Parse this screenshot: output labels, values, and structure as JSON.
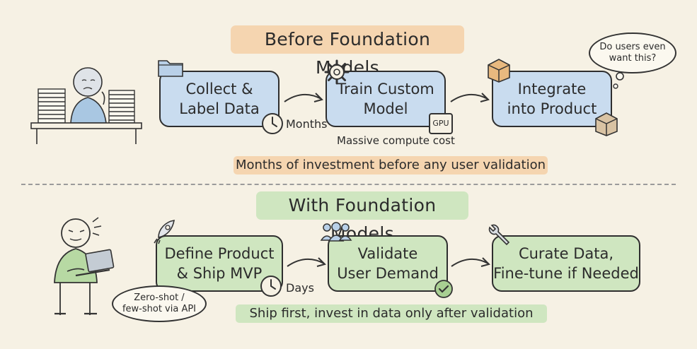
{
  "top": {
    "title": "Before Foundation Models",
    "steps": [
      {
        "label": "Collect &\nLabel Data",
        "icon": "folder-icon"
      },
      {
        "label": "Train Custom\nModel",
        "icon": "gear-icon"
      },
      {
        "label": "Integrate\ninto Product",
        "icon": "package-icon"
      }
    ],
    "months_label": "Months",
    "gpu_label": "GPU",
    "compute_caption": "Massive compute cost",
    "thought": "Do users even\nwant this?",
    "footer": "Months of investment before any user validation"
  },
  "bottom": {
    "title": "With Foundation Models",
    "steps": [
      {
        "label": "Define Product\n& Ship MVP",
        "icon": "rocket-icon"
      },
      {
        "label": "Validate\nUser Demand",
        "icon": "users-icon"
      },
      {
        "label": "Curate Data,\nFine-tune if Needed",
        "icon": "wrench-icon"
      }
    ],
    "days_label": "Days",
    "speech": "Zero-shot /\nfew-shot via API",
    "footer": "Ship first, invest in data only after validation"
  },
  "colors": {
    "background": "#f6f1e4",
    "blue_box": "#c9dcef",
    "green_box": "#cfe6c0",
    "orange_pill": "#f5d5b0",
    "stroke": "#2e2e2e"
  }
}
